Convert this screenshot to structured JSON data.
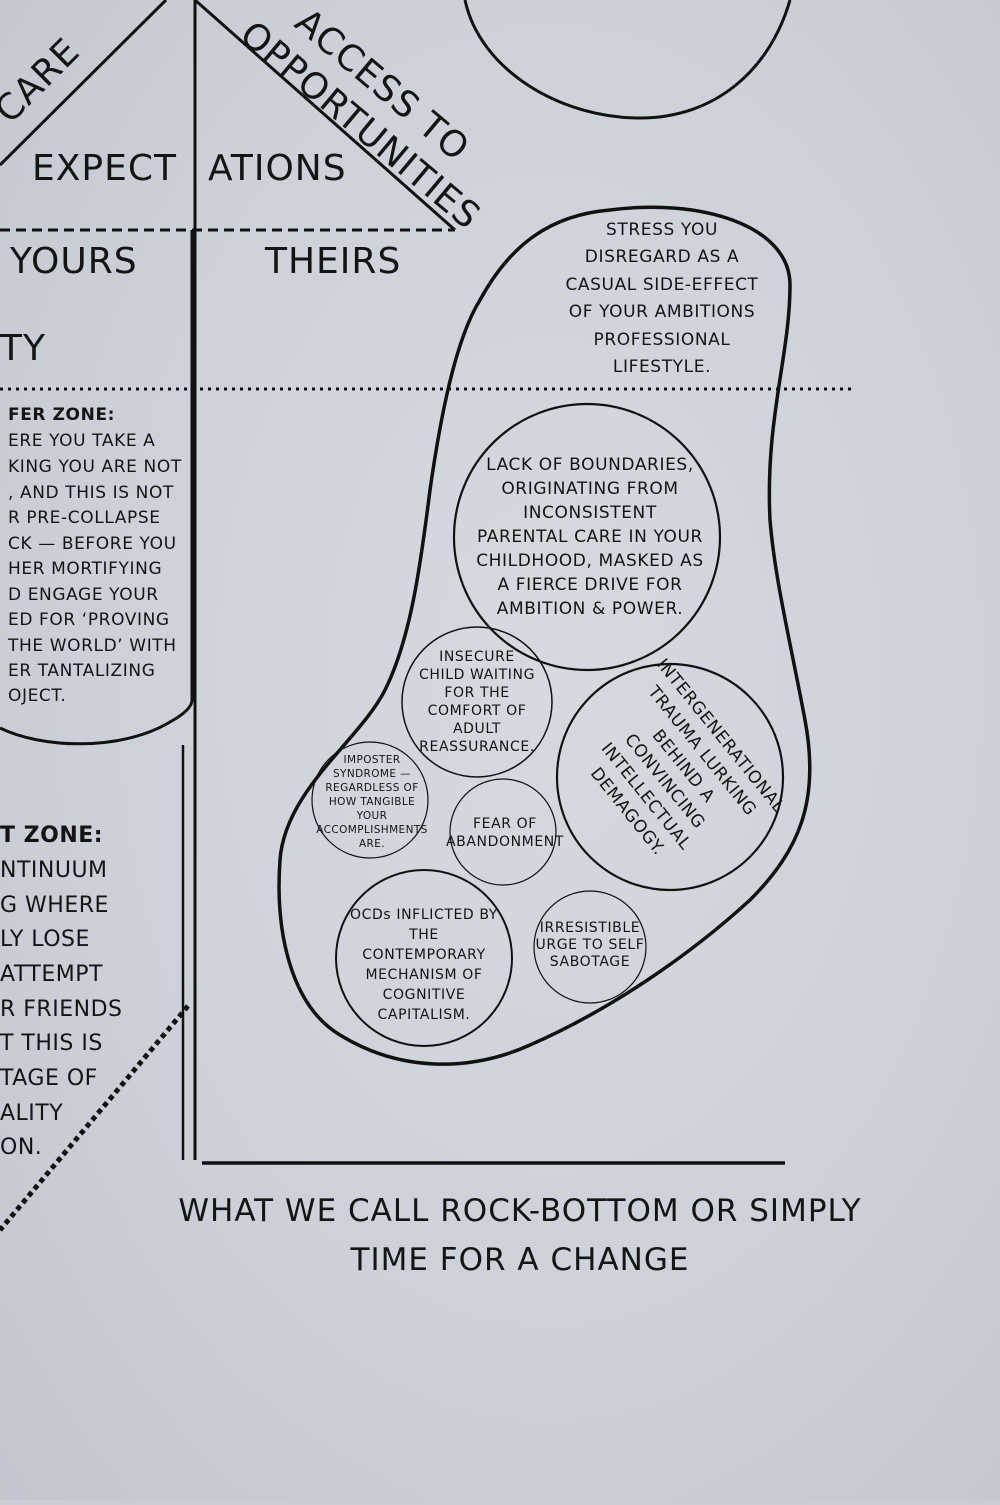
{
  "top_left": {
    "care_fragment": "CARE",
    "access_line1": "ACCESS TO",
    "access_line2": "OPPORTUNITIES"
  },
  "expectations": {
    "part1": "EXPECT",
    "part2": "ATIONS"
  },
  "columns": {
    "yours": "YOURS",
    "theirs": "THEIRS",
    "ty_fragment": "TY"
  },
  "buffer_zone": {
    "title": "FER ZONE:",
    "lines": [
      "ERE YOU TAKE A",
      "KING YOU ARE NOT",
      ", AND THIS IS NOT",
      "R PRE-COLLAPSE",
      "CK — BEFORE YOU",
      "HER MORTIFYING",
      "D ENGAGE YOUR",
      "ED FOR ‘PROVING",
      "THE WORLD’ WITH",
      "ER TANTALIZING",
      "OJECT."
    ]
  },
  "t_zone": {
    "title": "T ZONE:",
    "lines": [
      "NTINUUM",
      "G WHERE",
      "LY LOSE",
      "ATTEMPT",
      "R FRIENDS",
      "T THIS IS",
      "TAGE OF",
      "ALITY",
      "ON."
    ]
  },
  "blob": {
    "stress_lines": [
      "STRESS YOU",
      "DISREGARD AS A",
      "CASUAL SIDE-EFFECT",
      "OF YOUR AMBITIONS",
      "PROFESSIONAL",
      "LIFESTYLE."
    ]
  },
  "circles": {
    "boundaries": [
      "LACK OF BOUNDARIES,",
      "ORIGINATING FROM",
      "INCONSISTENT",
      "PARENTAL CARE IN YOUR",
      "CHILDHOOD,  MASKED AS",
      "A FIERCE DRIVE FOR",
      "AMBITION & POWER."
    ],
    "insecure": [
      "INSECURE",
      "CHILD WAITING",
      "FOR THE",
      "COMFORT OF",
      "ADULT",
      "REASSURANCE."
    ],
    "intergenerational": [
      "INTERGENERATIONAL",
      "TRAUMA LURKING",
      "BEHIND A",
      "CONVINCING",
      "INTELLECTUAL",
      "DEMAGOGY."
    ],
    "imposter": [
      "IMPOSTER",
      "SYNDROME —",
      "REGARDLESS OF",
      "HOW TANGIBLE",
      "YOUR",
      "ACCOMPLISHMENTS",
      "ARE."
    ],
    "abandonment": [
      "FEAR OF",
      "ABANDONMENT"
    ],
    "ocd": [
      "OCDs INFLICTED BY",
      "THE",
      "CONTEMPORARY",
      "MECHANISM OF",
      "COGNITIVE",
      "CAPITALISM."
    ],
    "sabotage": [
      "IRRESISTIBLE",
      "URGE TO SELF",
      "SABOTAGE"
    ]
  },
  "caption": {
    "line1": "WHAT WE CALL ROCK-BOTTOM OR SIMPLY",
    "line2": "TIME FOR A CHANGE"
  }
}
